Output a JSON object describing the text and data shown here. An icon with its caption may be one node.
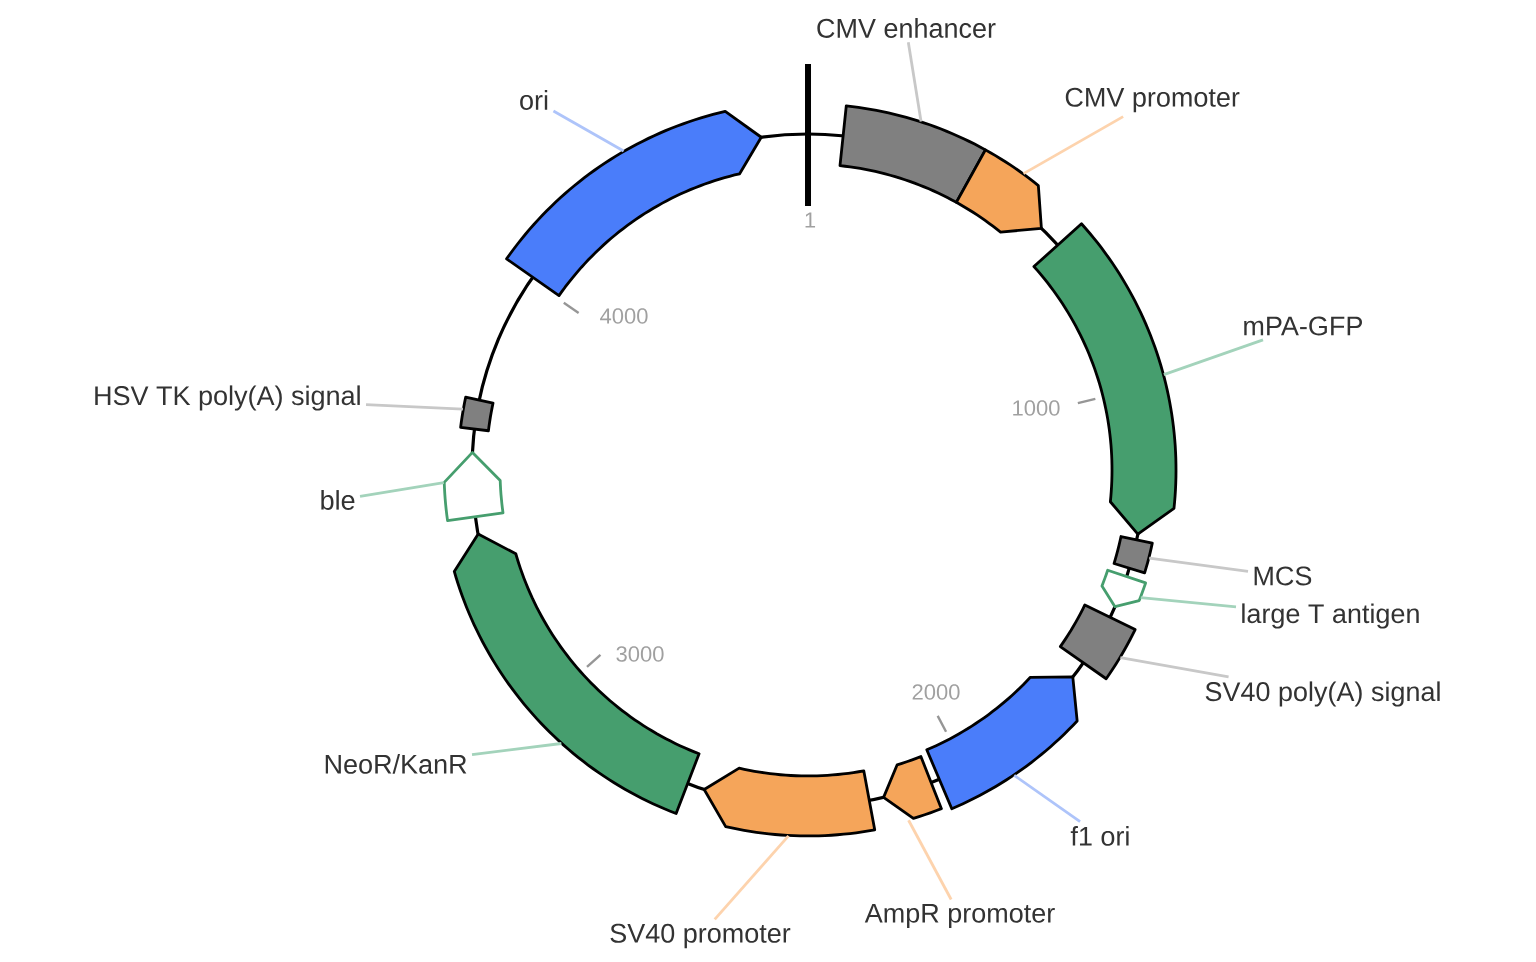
{
  "diagram": {
    "nodes": [
      {
        "text": [
          "CMV enhancer"
        ]
      },
      {
        "text": [],
        "shape": "box"
      },
      {
        "text": [
          "CMV promoter"
        ]
      },
      {
        "text": [],
        "shape": "arrow"
      },
      {
        "text": [
          "mPA-GFP"
        ]
      },
      {
        "text": [],
        "shape": "arrow"
      },
      {
        "text": [
          "MCS"
        ]
      },
      {
        "text": [],
        "shape": "box"
      },
      {
        "text": [
          "large T antigen"
        ]
      },
      {
        "text": [],
        "shape": "arrow"
      },
      {
        "text": [
          "SV40 poly(A) signal"
        ]
      },
      {
        "text": [],
        "shape": "box"
      },
      {
        "text": [
          "f1 ori"
        ]
      },
      {
        "text": [],
        "shape": "arrow"
      },
      {
        "text": [
          "AmpR promoter"
        ]
      },
      {
        "text": [],
        "shape": "arrow"
      },
      {
        "text": [
          "SV40 promoter"
        ]
      },
      {
        "text": [],
        "shape": "arrow"
      },
      {
        "text": [
          "NeoR/KanR"
        ]
      },
      {
        "text": [],
        "shape": "arrow"
      },
      {
        "text": [
          "ble"
        ]
      },
      {
        "text": [],
        "shape": "arrow"
      },
      {
        "text": [
          "HSV TK poly(A) signal"
        ]
      },
      {
        "text": [],
        "shape": "box"
      },
      {
        "text": [
          "ori"
        ]
      },
      {
        "text": [],
        "shape": "arrow"
      }
    ],
    "edges": [
      {
        "from": 0,
        "to": 1,
        "arrow": "none",
        "color": "#c8c8c8"
      },
      {
        "from": 2,
        "to": 3,
        "arrow": "none",
        "color": "#fdd3ad"
      },
      {
        "from": 4,
        "to": 5,
        "arrow": "none",
        "color": "#a3d3bb"
      },
      {
        "from": 6,
        "to": 7,
        "arrow": "none",
        "color": "#c8c8c8"
      },
      {
        "from": 8,
        "to": 9,
        "arrow": "none",
        "color": "#a3d3bb"
      },
      {
        "from": 10,
        "to": 11,
        "arrow": "none",
        "color": "#c8c8c8"
      },
      {
        "from": 12,
        "to": 13,
        "arrow": "none",
        "color": "#aec4fa"
      },
      {
        "from": 14,
        "to": 15,
        "arrow": "none",
        "color": "#fdd3ad"
      },
      {
        "from": 16,
        "to": 17,
        "arrow": "none",
        "color": "#fdd3ad"
      },
      {
        "from": 18,
        "to": 19,
        "arrow": "none",
        "color": "#a3d3bb"
      },
      {
        "from": 20,
        "to": 21,
        "arrow": "none",
        "color": "#a3d3bb"
      },
      {
        "from": 22,
        "to": 23,
        "arrow": "none",
        "color": "#c8c8c8"
      },
      {
        "from": 24,
        "to": 25,
        "arrow": "none",
        "color": "#aec4fa"
      }
    ],
    "labels": [
      "1",
      "1000",
      "2000",
      "3000",
      "4000"
    ]
  }
}
